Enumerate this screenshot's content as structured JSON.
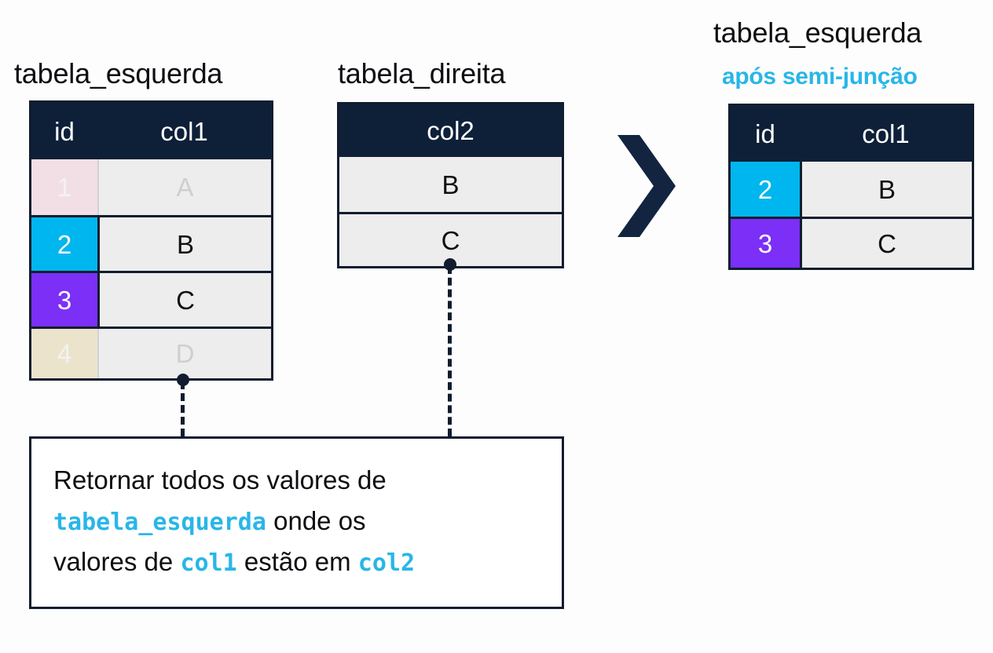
{
  "background": "#fdfdfd",
  "accent_cyan": "#29b6e8",
  "ink": "#111d2e",
  "left_table": {
    "title": "tabela_esquerda",
    "headers": [
      "id",
      "col1"
    ],
    "rows": [
      {
        "id": "1",
        "col1": "A",
        "id_color": "#f2dfe6",
        "state": "faded"
      },
      {
        "id": "2",
        "col1": "B",
        "id_color": "#00b6ee",
        "state": "active"
      },
      {
        "id": "3",
        "col1": "C",
        "id_color": "#7b2ff7",
        "state": "active"
      },
      {
        "id": "4",
        "col1": "D",
        "id_color": "#ece3cc",
        "state": "faded"
      }
    ]
  },
  "right_table": {
    "title": "tabela_direita",
    "headers": [
      "col2"
    ],
    "rows": [
      {
        "col2": "B",
        "state": "active"
      },
      {
        "col2": "C",
        "state": "active"
      }
    ]
  },
  "result_table": {
    "title": "tabela_esquerda",
    "subtitle": "após semi-junção",
    "headers": [
      "id",
      "col1"
    ],
    "rows": [
      {
        "id": "2",
        "col1": "B",
        "id_color": "#00b6ee",
        "state": "active"
      },
      {
        "id": "3",
        "col1": "C",
        "id_color": "#7b2ff7",
        "state": "active"
      }
    ]
  },
  "arrow": {
    "glyph": "chevron-right"
  },
  "caption": {
    "line1_a": "Retornar todos os valores de",
    "line2_mono": "tabela_esquerda",
    "line2_b": "onde os",
    "line3_a": "valores de",
    "line3_mono1": "col1",
    "line3_b": "estão em",
    "line3_mono2": "col2"
  }
}
